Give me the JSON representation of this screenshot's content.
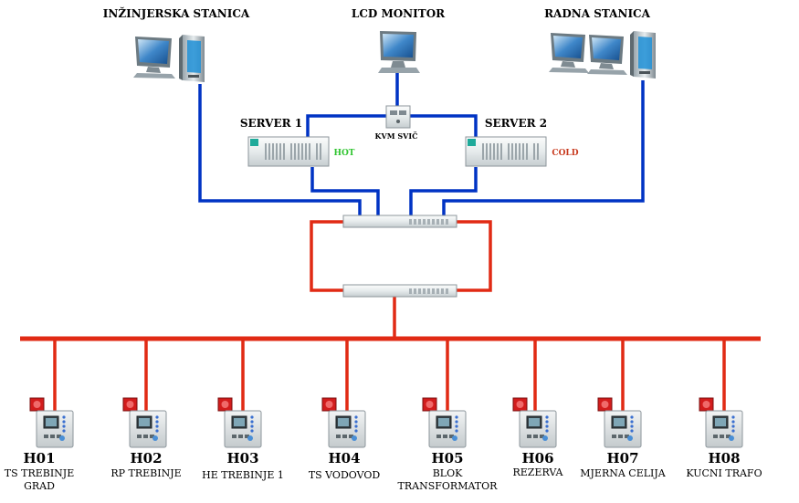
{
  "colors": {
    "network_blue": "#0033c4",
    "network_red": "#e12a14",
    "hot": "#2fc42f",
    "cold": "#c83a1e"
  },
  "top": {
    "engineering_station": "INŽINJERSKA STANICA",
    "lcd_monitor": "LCD MONITOR",
    "work_station": "RADNA STANICA",
    "kvm_switch": "KVM SVIČ"
  },
  "servers": {
    "server1": {
      "label": "SERVER 1",
      "status": "HOT"
    },
    "server2": {
      "label": "SERVER 2",
      "status": "COLD"
    }
  },
  "nodes": [
    {
      "id": "H01",
      "line1": "TS TREBINJE",
      "line2": "GRAD"
    },
    {
      "id": "H02",
      "line1": "RP TREBINJE",
      "line2": ""
    },
    {
      "id": "H03",
      "line1": "HE TREBINJE 1",
      "line2": ""
    },
    {
      "id": "H04",
      "line1": "TS VODOVOD",
      "line2": ""
    },
    {
      "id": "H05",
      "line1": "BLOK",
      "line2": "TRANSFORMATOR"
    },
    {
      "id": "H06",
      "line1": "REZERVA",
      "line2": ""
    },
    {
      "id": "H07",
      "line1": "MJERNA CELIJA",
      "line2": ""
    },
    {
      "id": "H08",
      "line1": "KUCNI TRAFO",
      "line2": ""
    }
  ]
}
